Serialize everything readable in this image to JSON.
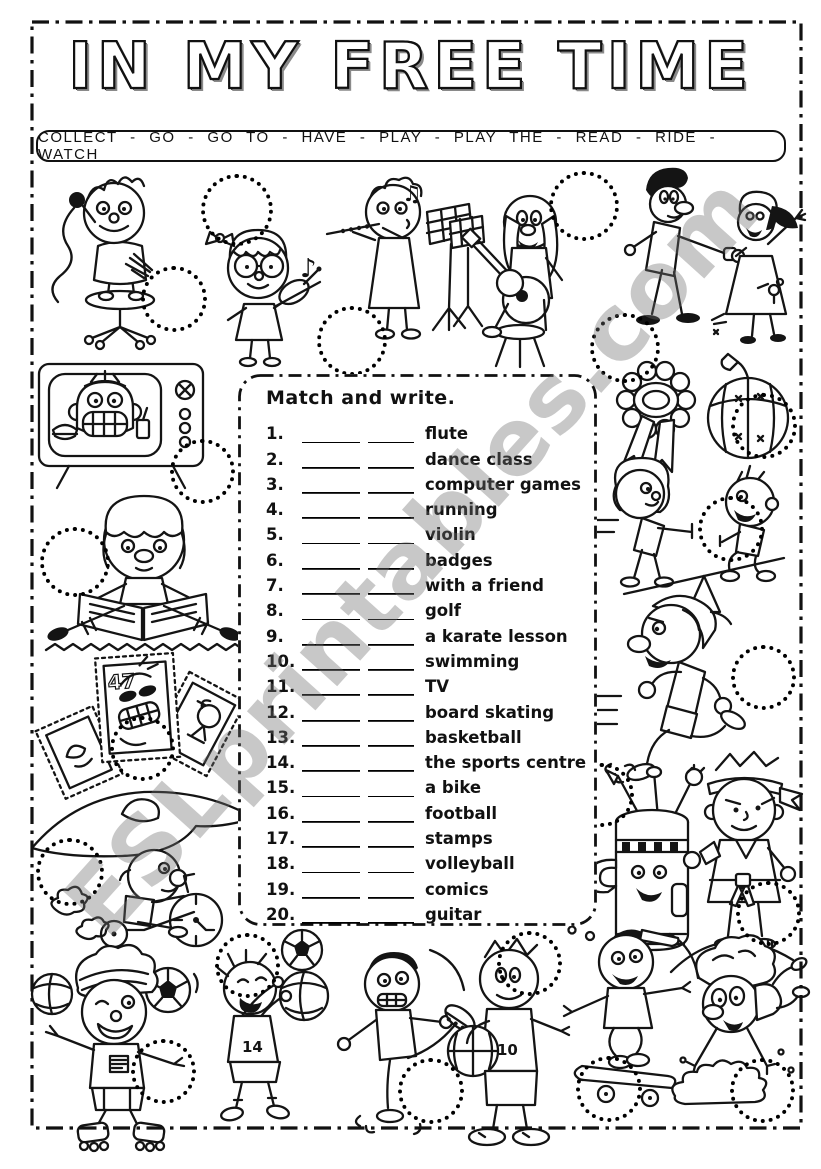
{
  "page": {
    "title": "IN MY FREE TIME"
  },
  "word_bank": {
    "display": "COLLECT  -  GO  -  GO TO  -  HAVE  -  PLAY  -  PLAY THE  -  READ  -  RIDE  -  WATCH",
    "items": [
      "COLLECT",
      "GO",
      "GO TO",
      "HAVE",
      "PLAY",
      "PLAY THE",
      "READ",
      "RIDE",
      "WATCH"
    ]
  },
  "exercise": {
    "heading": "Match and write.",
    "items": [
      {
        "num": "1.",
        "label": "flute"
      },
      {
        "num": "2.",
        "label": "dance class"
      },
      {
        "num": "3.",
        "label": "computer games"
      },
      {
        "num": "4.",
        "label": "running"
      },
      {
        "num": "5.",
        "label": "violin"
      },
      {
        "num": "6.",
        "label": "badges"
      },
      {
        "num": "7.",
        "label": "with a friend"
      },
      {
        "num": "8.",
        "label": "golf"
      },
      {
        "num": "9.",
        "label": "a karate lesson"
      },
      {
        "num": "10.",
        "label": "swimming"
      },
      {
        "num": "11.",
        "label": "TV"
      },
      {
        "num": "12.",
        "label": "board skating"
      },
      {
        "num": "13.",
        "label": "basketball"
      },
      {
        "num": "14.",
        "label": "the sports centre"
      },
      {
        "num": "15.",
        "label": "a bike"
      },
      {
        "num": "16.",
        "label": "football"
      },
      {
        "num": "17.",
        "label": "stamps"
      },
      {
        "num": "18.",
        "label": "volleyball"
      },
      {
        "num": "19.",
        "label": "comics"
      },
      {
        "num": "20.",
        "label": "guitar"
      }
    ]
  },
  "watermark": {
    "text": "ESLprintables.com",
    "color": "#6e6e6e"
  },
  "illustration_texts": {
    "stamp_number": "47",
    "volleyball_jersey": "14",
    "basketball_jersey": "10"
  },
  "music_notes": {
    "note1": "♪",
    "note2": "♫"
  },
  "illustrations": [
    "karaoke-singer",
    "violin-girl",
    "flute-player",
    "guitar-player",
    "dancing-couple",
    "tv-watching-man",
    "reading-girl",
    "postage-stamps",
    "tricycle-kid",
    "prize-badges",
    "friends-on-seesaw",
    "runner",
    "golf-bag",
    "karate-kid",
    "rollerblade-girl",
    "volleyball-kid",
    "football-kicker",
    "basketball-kid",
    "skateboard-kid",
    "swimmer-diving"
  ]
}
